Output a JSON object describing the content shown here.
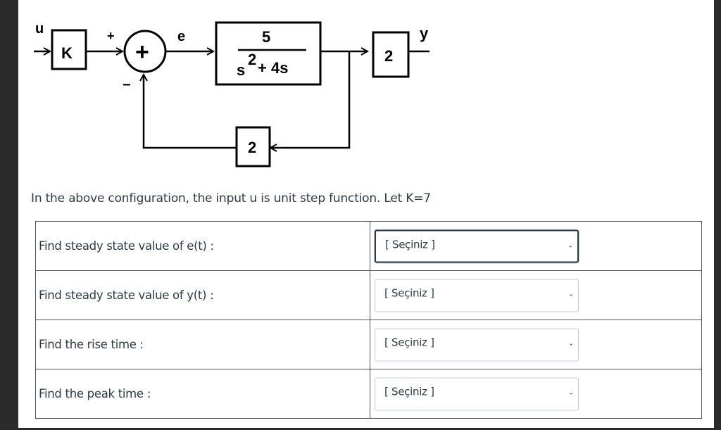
{
  "diagram": {
    "input_label": "u",
    "gain_block": "K",
    "plus_sign": "+",
    "minus_sign": "−",
    "summer_symbol": "+",
    "error_label": "e",
    "tf_numerator": "5",
    "tf_denominator_base": "s",
    "tf_denominator_exp": "2",
    "tf_denominator_rest": " + 4s",
    "output_gain_block": "2",
    "output_label": "y",
    "feedback_block": "2"
  },
  "prompt": "In the above configuration, the input u is unit step function. Let K=7",
  "questions": [
    {
      "label": "Find steady state value of e(t) :",
      "selected": "[ Seçiniz ]",
      "focused": true
    },
    {
      "label": "Find steady state value of y(t) :",
      "selected": "[ Seçiniz ]",
      "focused": false
    },
    {
      "label": "Find the rise time :",
      "selected": "[ Seçiniz ]",
      "focused": false
    },
    {
      "label": "Find the peak time :",
      "selected": "[ Seçiniz ]",
      "focused": false
    }
  ],
  "icons": {
    "dropdown": "chevron-down-icon"
  }
}
